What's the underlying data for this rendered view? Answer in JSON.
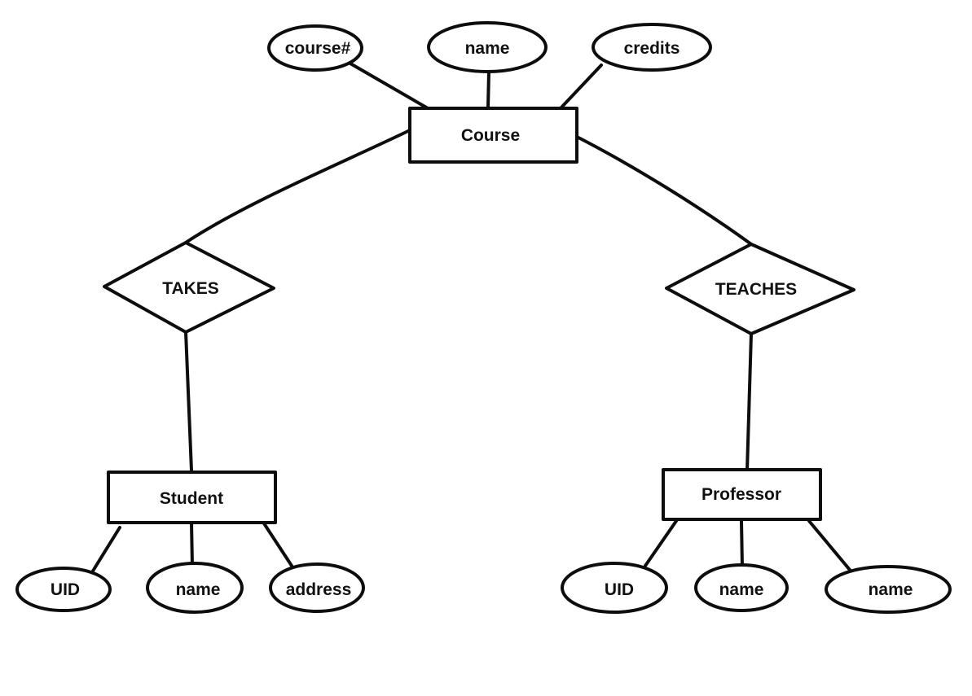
{
  "entities": {
    "course": "Course",
    "student": "Student",
    "professor": "Professor"
  },
  "relationships": {
    "takes": "TAKES",
    "teaches": "TEACHES"
  },
  "attributes": {
    "course": [
      "course#",
      "name",
      "credits"
    ],
    "student": [
      "UID",
      "name",
      "address"
    ],
    "professor": [
      "UID",
      "name",
      "name"
    ]
  }
}
